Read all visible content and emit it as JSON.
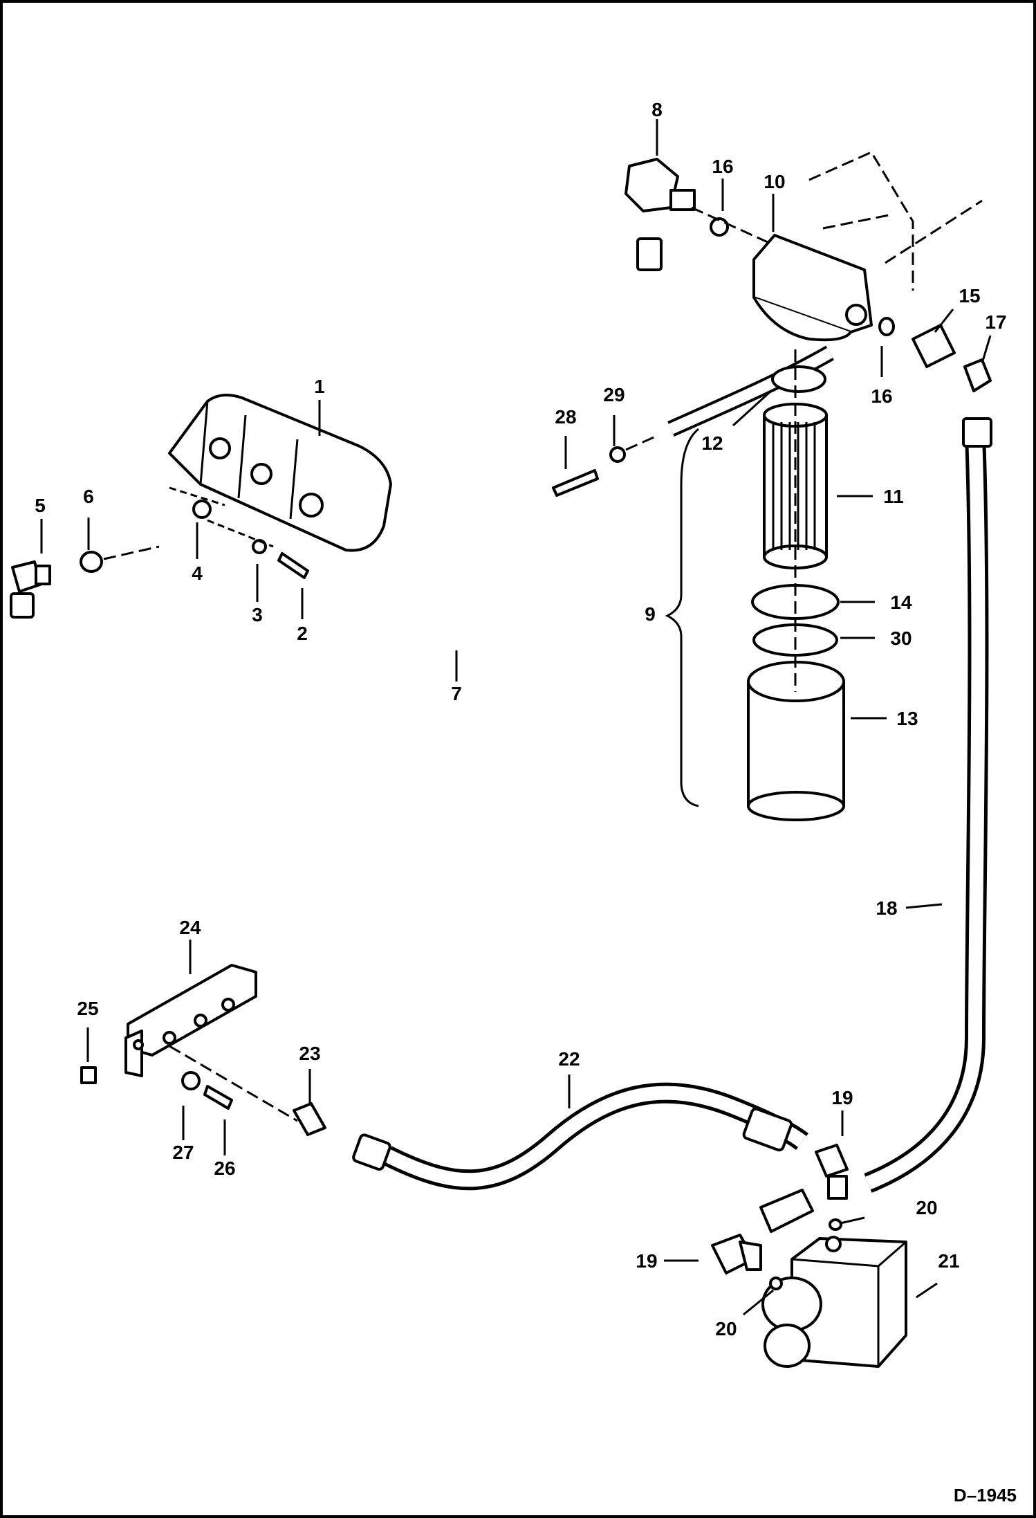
{
  "diagram": {
    "reference": "D–1945",
    "callouts": [
      {
        "id": "c1",
        "text": "1"
      },
      {
        "id": "c2",
        "text": "2"
      },
      {
        "id": "c3",
        "text": "3"
      },
      {
        "id": "c4",
        "text": "4"
      },
      {
        "id": "c5",
        "text": "5"
      },
      {
        "id": "c6",
        "text": "6"
      },
      {
        "id": "c7",
        "text": "7"
      },
      {
        "id": "c8",
        "text": "8"
      },
      {
        "id": "c9",
        "text": "9"
      },
      {
        "id": "c10",
        "text": "10"
      },
      {
        "id": "c11",
        "text": "11"
      },
      {
        "id": "c12",
        "text": "12"
      },
      {
        "id": "c13",
        "text": "13"
      },
      {
        "id": "c14",
        "text": "14"
      },
      {
        "id": "c15",
        "text": "15"
      },
      {
        "id": "c16a",
        "text": "16"
      },
      {
        "id": "c16b",
        "text": "16"
      },
      {
        "id": "c17",
        "text": "17"
      },
      {
        "id": "c18",
        "text": "18"
      },
      {
        "id": "c19a",
        "text": "19"
      },
      {
        "id": "c19b",
        "text": "19"
      },
      {
        "id": "c20a",
        "text": "20"
      },
      {
        "id": "c20b",
        "text": "20"
      },
      {
        "id": "c21",
        "text": "21"
      },
      {
        "id": "c22",
        "text": "22"
      },
      {
        "id": "c23",
        "text": "23"
      },
      {
        "id": "c24",
        "text": "24"
      },
      {
        "id": "c25",
        "text": "25"
      },
      {
        "id": "c26",
        "text": "26"
      },
      {
        "id": "c27",
        "text": "27"
      },
      {
        "id": "c28",
        "text": "28"
      },
      {
        "id": "c29",
        "text": "29"
      },
      {
        "id": "c30",
        "text": "30"
      }
    ]
  }
}
